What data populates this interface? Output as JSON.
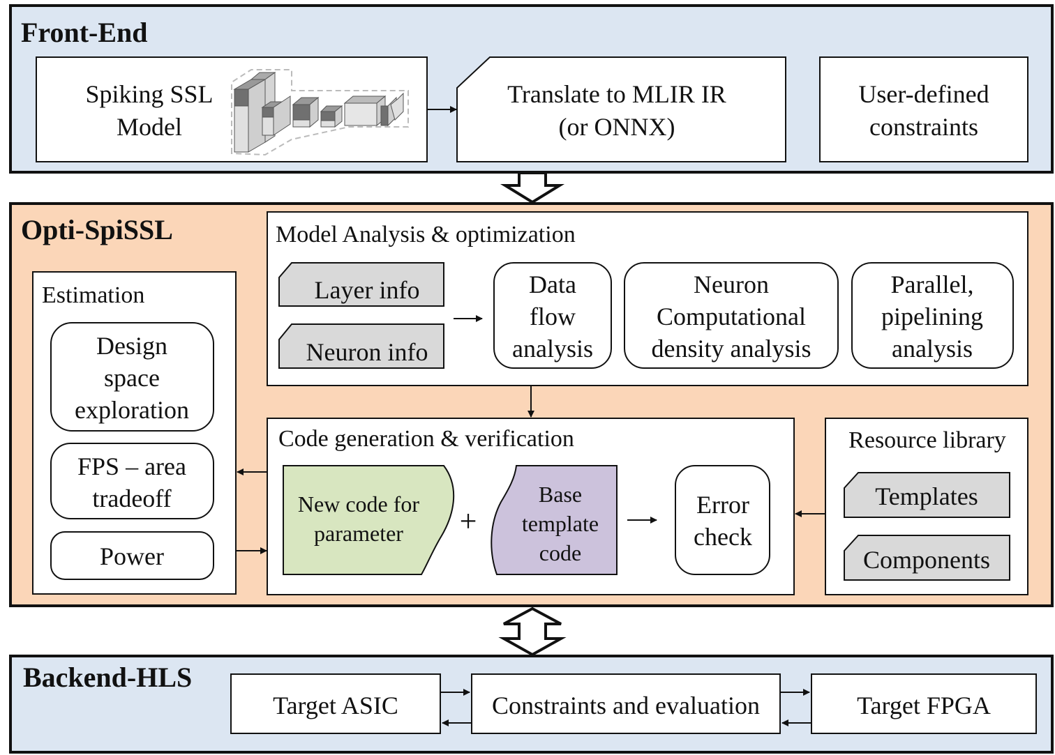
{
  "colors": {
    "frontend_bg": "#dce6f2",
    "optispissl_bg": "#fbd6b8",
    "backend_bg": "#dce6f2",
    "info_box_fill": "#d9d9d9",
    "new_code_fill": "#d8e6c0",
    "base_template_fill": "#ccc2dc",
    "border": "#111111"
  },
  "frontend": {
    "title": "Front-End",
    "model_line1": "Spiking SSL",
    "model_line2": "Model",
    "model_icon": "cnn-layers-icon",
    "translate_line1": "Translate to MLIR IR",
    "translate_line2": "(or ONNX)",
    "constraints_line1": "User-defined",
    "constraints_line2": "constraints"
  },
  "optispissl": {
    "title": "Opti-SpiSSL",
    "estimation": {
      "title": "Estimation",
      "dse_line1": "Design",
      "dse_line2": "space",
      "dse_line3": "exploration",
      "fps_line1": "FPS – area",
      "fps_line2": "tradeoff",
      "power": "Power"
    },
    "analysis": {
      "title": "Model Analysis & optimization",
      "layer_info": "Layer info",
      "neuron_info": "Neuron info",
      "dataflow_line1": "Data",
      "dataflow_line2": "flow",
      "dataflow_line3": "analysis",
      "neuron_line1": "Neuron",
      "neuron_line2": "Computational",
      "neuron_line3": "density analysis",
      "parallel_line1": "Parallel,",
      "parallel_line2": "pipelining",
      "parallel_line3": "analysis"
    },
    "codegen": {
      "title": "Code generation & verification",
      "new_code_line1": "New code for",
      "new_code_line2": "parameter",
      "plus": "+",
      "base_line1": "Base",
      "base_line2": "template",
      "base_line3": "code",
      "error_line1": "Error",
      "error_line2": "check"
    },
    "resource": {
      "title": "Resource library",
      "templates": "Templates",
      "components": "Components"
    }
  },
  "backend": {
    "title": "Backend-HLS",
    "asic": "Target ASIC",
    "constraints_eval": "Constraints and evaluation",
    "fpga": "Target FPGA"
  }
}
